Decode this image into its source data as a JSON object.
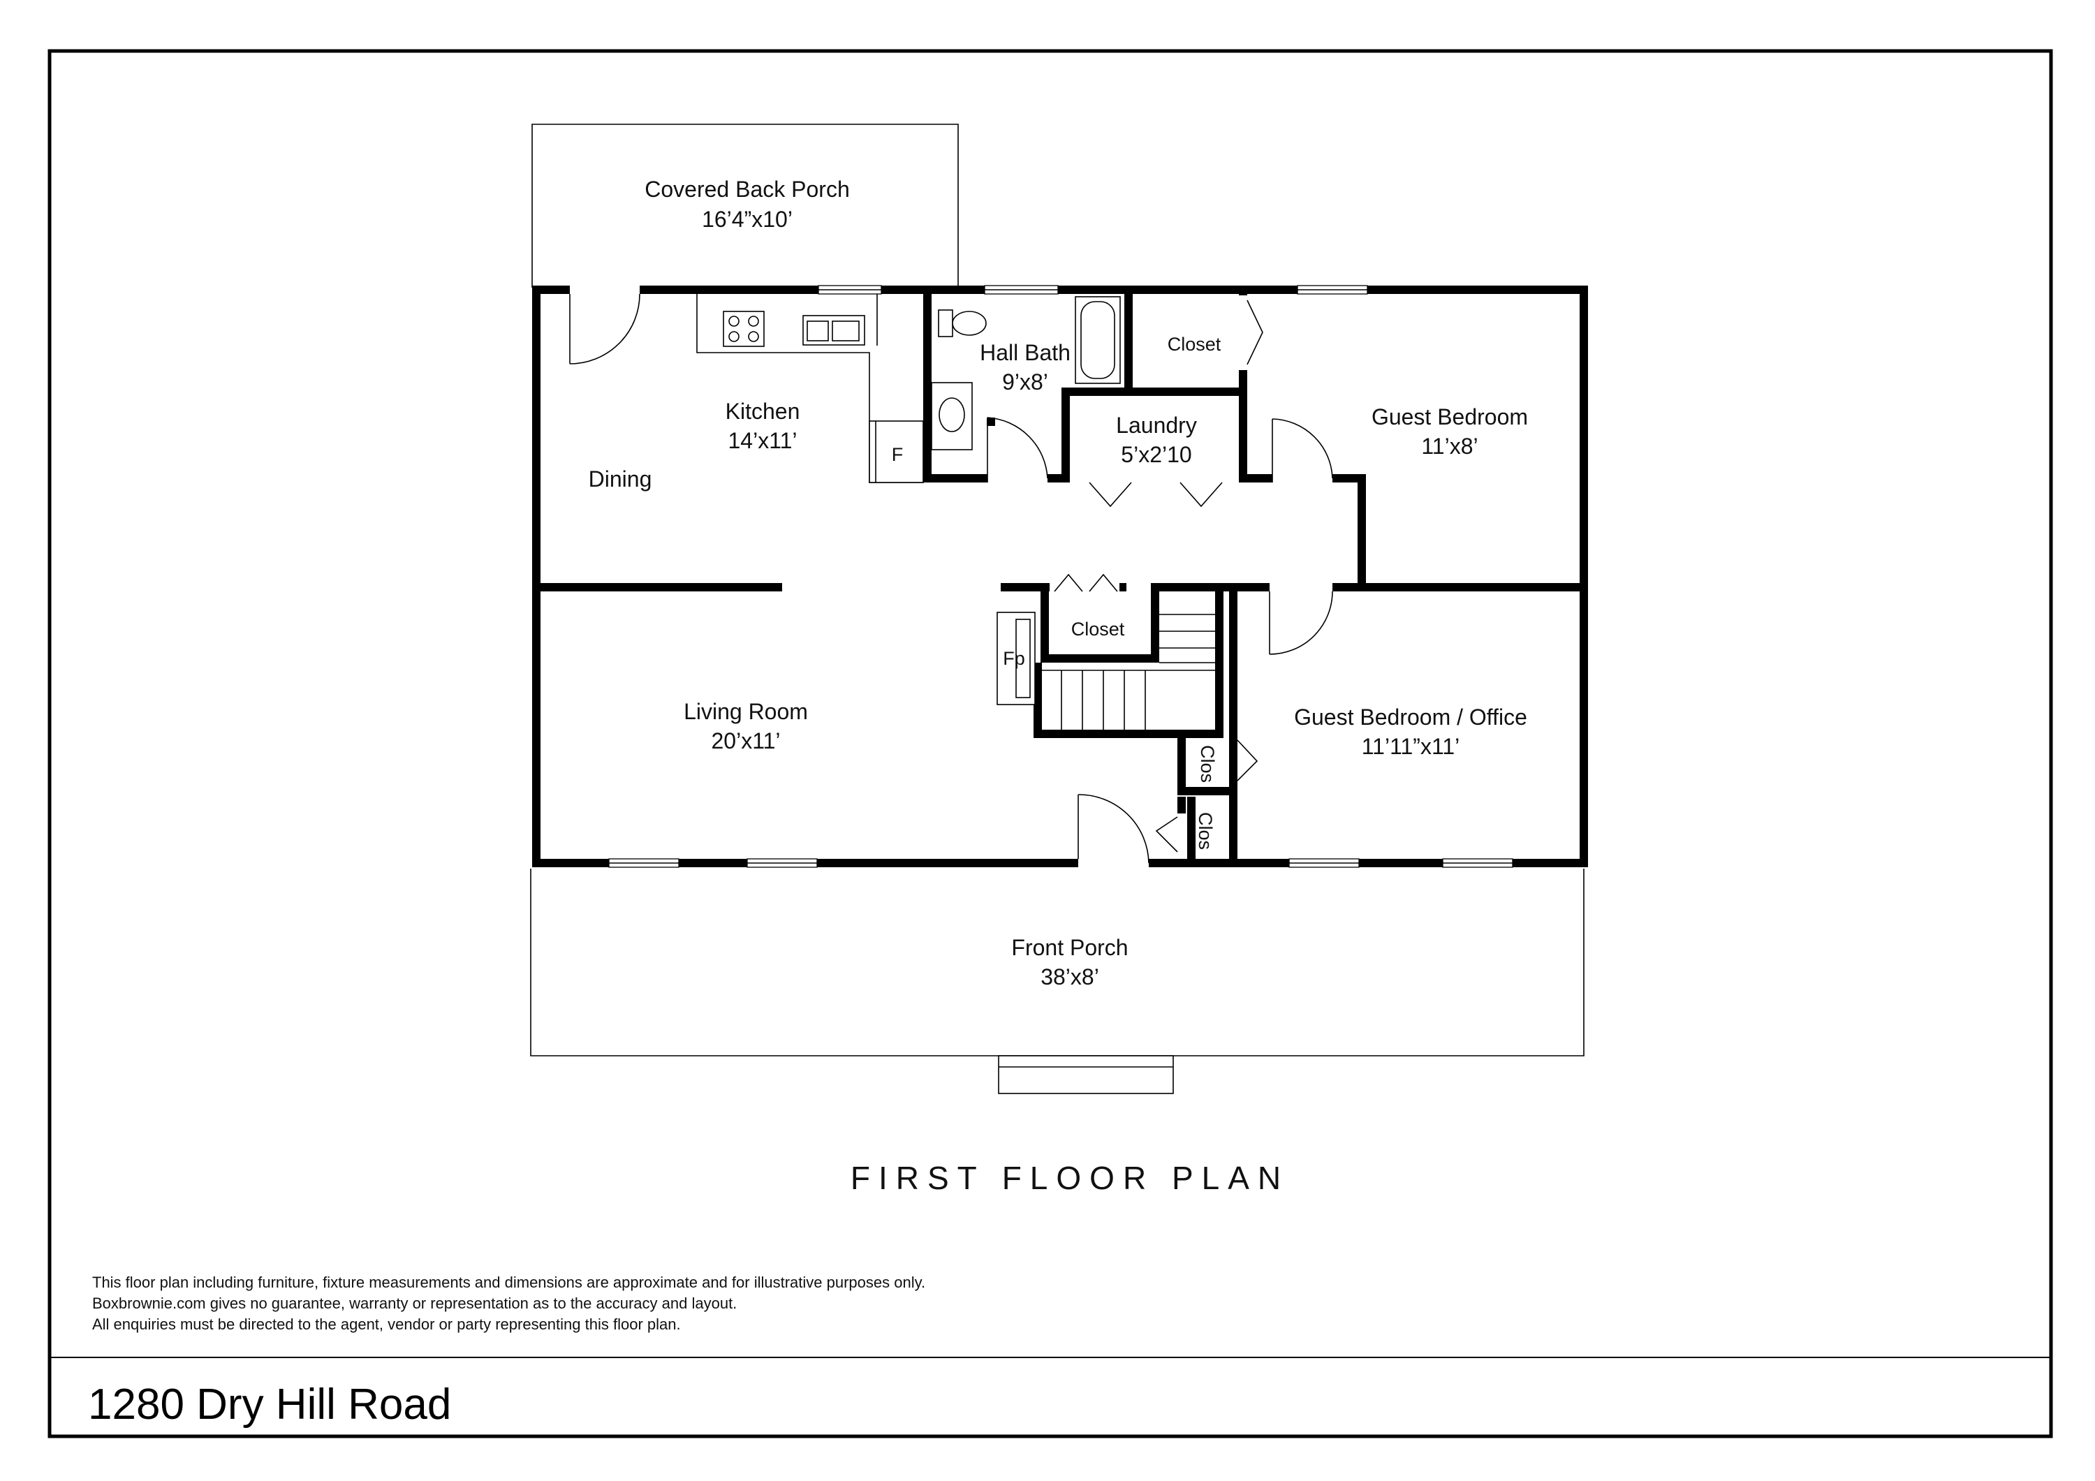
{
  "plan_title": "FIRST FLOOR PLAN",
  "address": "1280 Dry Hill Road",
  "disclaimer": [
    "This floor plan including furniture, fixture measurements and dimensions are approximate and for illustrative purposes only.",
    "Boxbrownie.com gives no guarantee, warranty or representation as to the accuracy and layout.",
    "All enquiries must be directed to the agent, vendor or party representing this floor plan."
  ],
  "rooms": {
    "back_porch": {
      "name": "Covered Back Porch",
      "dim": "16’4”x10’"
    },
    "kitchen": {
      "name": "Kitchen",
      "dim": "14’x11’"
    },
    "dining": {
      "name": "Dining"
    },
    "hall_bath": {
      "name": "Hall Bath",
      "dim": "9’x8’"
    },
    "laundry": {
      "name": "Laundry",
      "dim": "5’x2’10"
    },
    "closet_top": {
      "name": "Closet"
    },
    "guest_bedroom": {
      "name": "Guest Bedroom",
      "dim": "11’x8’"
    },
    "closet_mid": {
      "name": "Closet"
    },
    "living_room": {
      "name": "Living Room",
      "dim": "20’x11’"
    },
    "guest_office": {
      "name": "Guest Bedroom / Office",
      "dim": "11’11”x11’"
    },
    "front_porch": {
      "name": "Front Porch",
      "dim": "38’x8’"
    }
  },
  "fixtures": {
    "fridge": "F",
    "fireplace": "Fp",
    "closet_small_1": "Clos",
    "closet_small_2": "Clos"
  }
}
